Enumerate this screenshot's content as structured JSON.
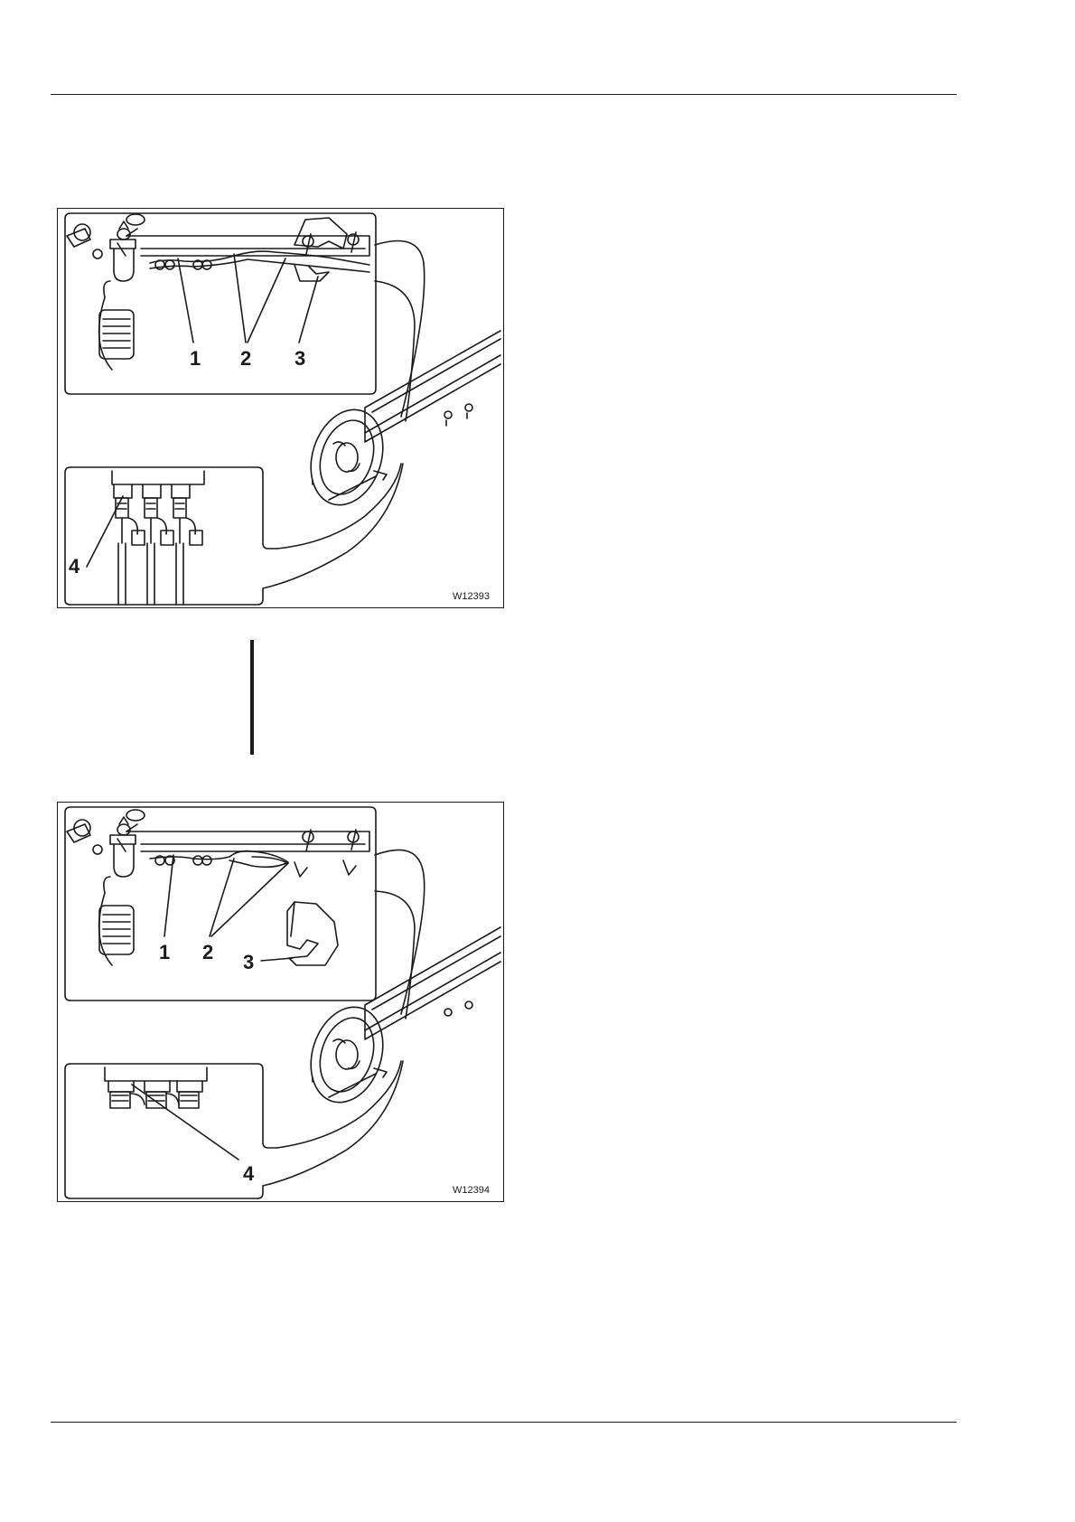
{
  "figures": [
    {
      "code": "W12393",
      "callouts": [
        "1",
        "2",
        "3",
        "4"
      ]
    },
    {
      "code": "W12394",
      "callouts": [
        "1",
        "2",
        "3",
        "4"
      ]
    }
  ]
}
